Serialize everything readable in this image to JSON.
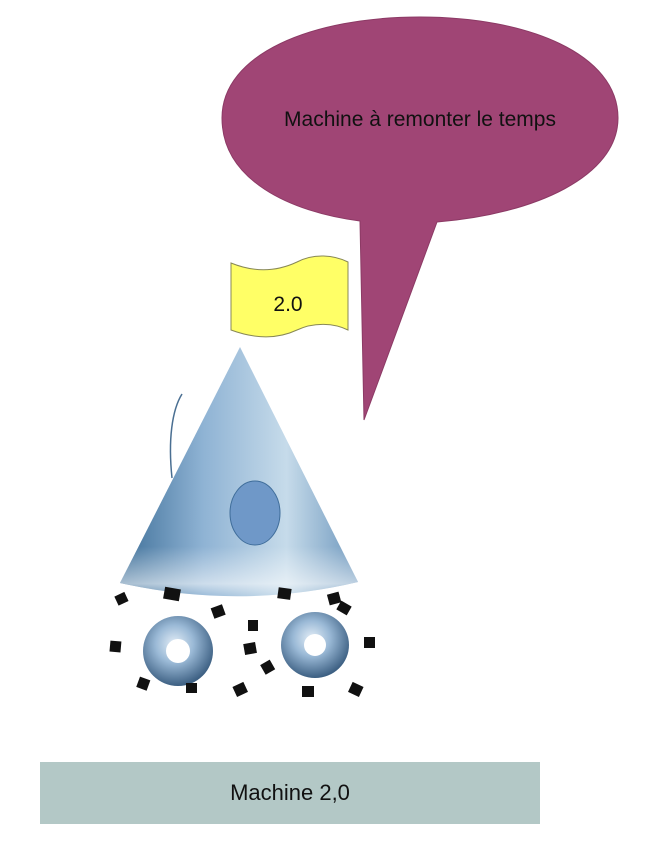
{
  "speech_bubble": {
    "text": "Machine à remonter le temps",
    "fill": "#a04575"
  },
  "flag": {
    "text": "2.0",
    "fill": "#ffff66"
  },
  "caption": {
    "text": "Machine 2,0",
    "fill": "#b3c8c6"
  },
  "colors": {
    "cone": "#8fb3d4",
    "window": "#6f98c8",
    "torus": "#8fb3d4",
    "debris": "#111111"
  }
}
